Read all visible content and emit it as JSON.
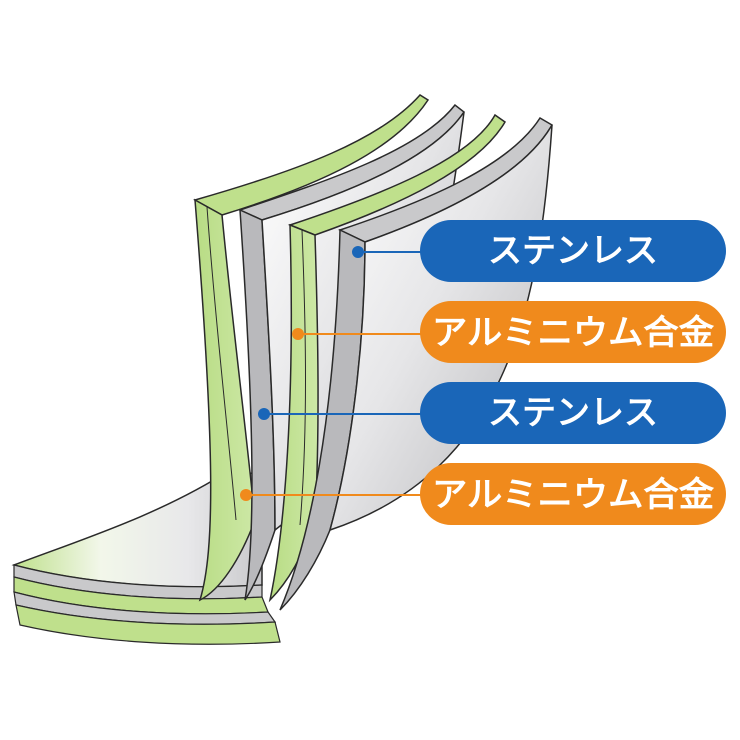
{
  "colors": {
    "stainless": "#1a66b8",
    "aluminum": "#f08a1c",
    "green_layer": "#bfe08c",
    "gray_layer": "#c9c9cb",
    "outline": "#2a2a2a"
  },
  "layers": [
    {
      "label": "ステンレス",
      "material": "stainless"
    },
    {
      "label": "アルミニウム合金",
      "material": "aluminum"
    },
    {
      "label": "ステンレス",
      "material": "stainless"
    },
    {
      "label": "アルミニウム合金",
      "material": "aluminum"
    }
  ]
}
